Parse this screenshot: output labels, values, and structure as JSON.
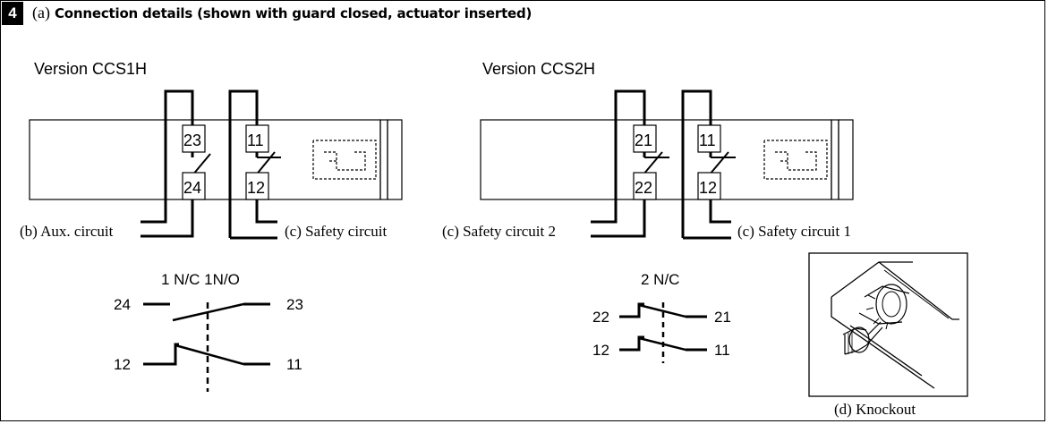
{
  "figure": {
    "number": "4",
    "title_prefix": "(a)",
    "title_text": "Connection details (shown with guard closed, actuator inserted)"
  },
  "versions": [
    {
      "label": "Version CCS1H",
      "terminals": [
        "23",
        "24",
        "11",
        "12"
      ],
      "left_circuit": "(b) Aux. circuit",
      "right_circuit": "(c) Safety circuit",
      "schematic_label": "1 N/C 1N/O",
      "schematic_terminals": [
        "24",
        "23",
        "12",
        "11"
      ]
    },
    {
      "label": "Version CCS2H",
      "terminals": [
        "21",
        "22",
        "11",
        "12"
      ],
      "left_circuit": "(c) Safety circuit 2",
      "right_circuit": "(c) Safety circuit 1",
      "schematic_label": "2 N/C",
      "schematic_terminals": [
        "22",
        "21",
        "12",
        "11"
      ]
    }
  ],
  "knockout_label": "(d) Knockout"
}
